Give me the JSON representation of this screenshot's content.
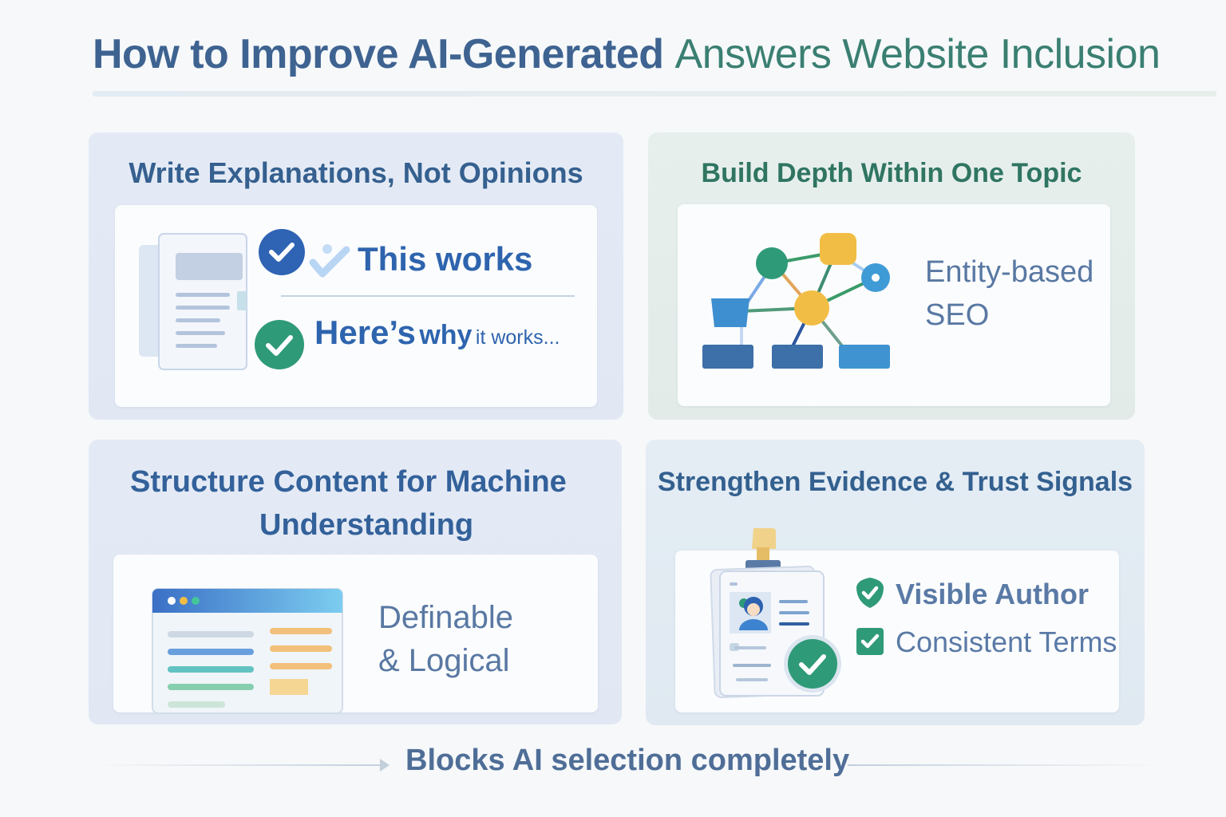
{
  "header": {
    "title_part1": "How to Improve AI-Generated",
    "title_part2": "Answers Website Inclusion"
  },
  "cards": [
    {
      "title": "Write Explanations, Not Opinions",
      "line1": "This works",
      "line2_a": "Here’s",
      "line2_b": "why",
      "line2_c": "it works...",
      "icons": [
        "document-icon",
        "check-circle-icon",
        "checkmark-icon",
        "check-circle-icon"
      ]
    },
    {
      "title": "Build Depth Within One Topic",
      "caption_line1": "Entity-based",
      "caption_line2": "SEO",
      "icons": [
        "entity-graph-icon"
      ]
    },
    {
      "title_line1": "Structure Content for Machine",
      "title_line2": "Understanding",
      "caption_line1": "Definable",
      "caption_line2": "& Logical",
      "icons": [
        "browser-window-icon"
      ]
    },
    {
      "title_part1": "Strengthen Evidence &",
      "title_part2": "Trust Signals",
      "items": [
        "Visible Author",
        "Consistent Terms"
      ],
      "icons": [
        "id-badge-icon",
        "shield-check-icon",
        "checkbox-icon"
      ]
    }
  ],
  "footer": {
    "text": "Blocks AI selection completely",
    "icon": "arrow-right-icon"
  },
  "colors": {
    "title_blue": "#3e6391",
    "title_green": "#3a7f72",
    "accent_blue": "#2e64ae",
    "accent_green": "#2f9a78",
    "accent_yellow": "#f2bd45"
  }
}
